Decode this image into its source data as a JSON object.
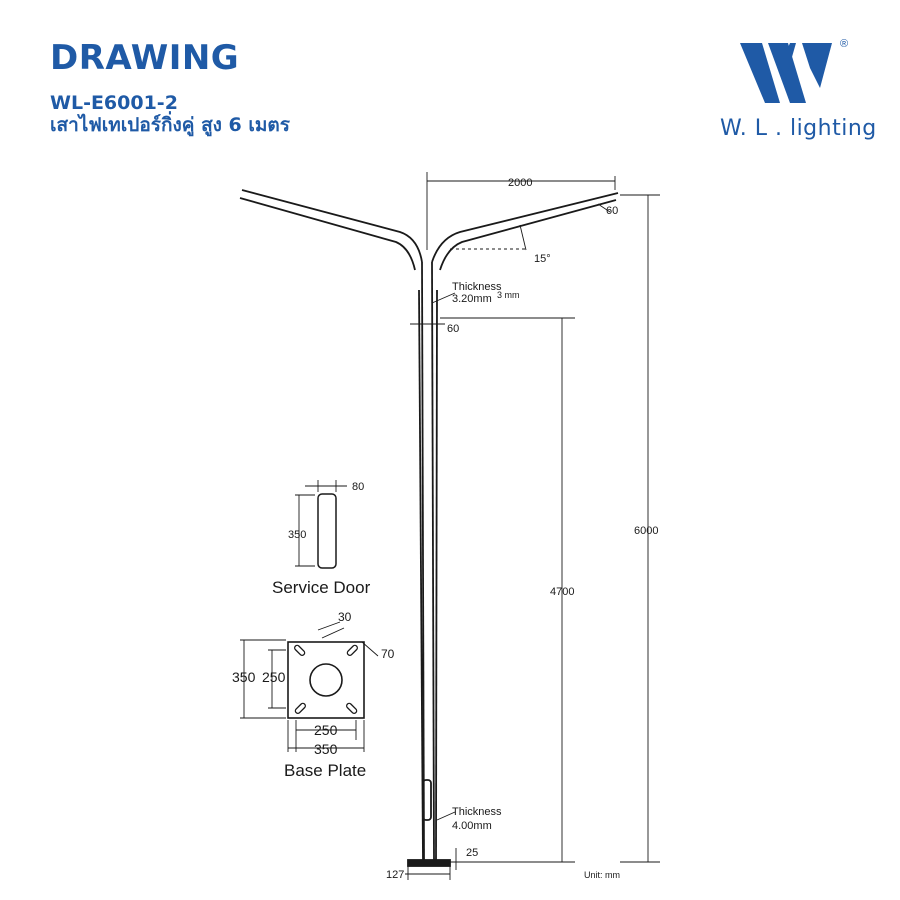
{
  "header": {
    "title": "DRAWING",
    "model": "WL-E6001-2",
    "subtitle": "เสาไฟเทเปอร์กิ่งคู่ สูง 6 เมตร"
  },
  "logo": {
    "text": "W. L . lighting",
    "registered": "®",
    "color": "#1f5aa6"
  },
  "dimensions": {
    "arm_span": "2000",
    "arm_end_diameter": "60",
    "arm_angle": "15°",
    "top_thickness_label": "Thickness",
    "top_thickness_value": "3.20mm",
    "top_thickness_alt": "3 mm",
    "top_diameter": "60",
    "total_height": "6000",
    "pole_height": "4700",
    "bottom_thickness_label": "Thickness",
    "bottom_thickness_value": "4.00mm",
    "base_thickness": "25",
    "base_diameter": "127",
    "unit": "Unit: mm"
  },
  "service_door": {
    "label": "Service Door",
    "width": "80",
    "height": "350"
  },
  "base_plate": {
    "label": "Base Plate",
    "slot_width": "30",
    "corner_offset": "70",
    "outer_height": "350",
    "inner_height": "250",
    "inner_width": "250",
    "outer_width": "350"
  }
}
